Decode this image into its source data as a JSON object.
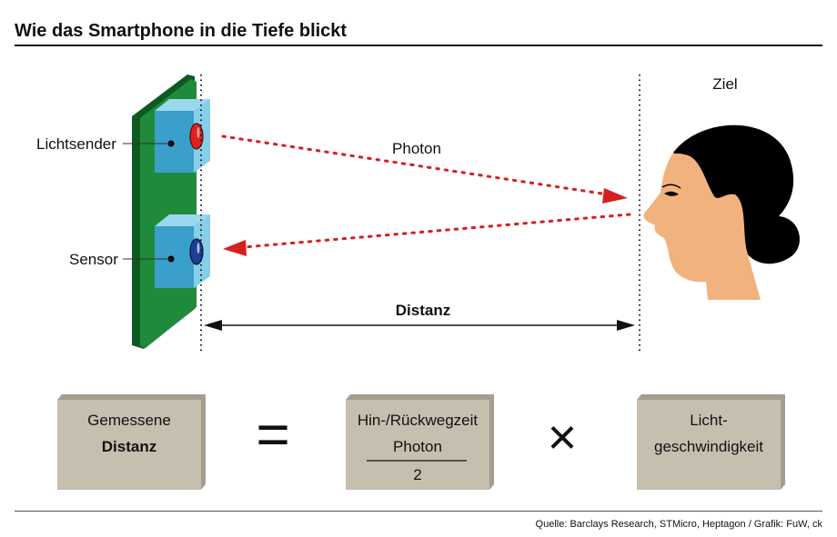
{
  "title": "Wie das Smartphone in die Tiefe blickt",
  "labels": {
    "emitter": "Lichtsender",
    "sensor": "Sensor",
    "photon": "Photon",
    "target": "Ziel",
    "distance": "Distanz"
  },
  "formula": {
    "box1_line1": "Gemessene",
    "box1_line2": "Distanz",
    "equals": "=",
    "box2_line1": "Hin-/Rückwegzeit",
    "box2_line2": "Photon",
    "box2_denominator": "2",
    "times": "×",
    "box3_line1": "Licht-",
    "box3_line2": "geschwindigkeit"
  },
  "source": "Quelle: Barclays Research, STMicro, Heptagon / Grafik: FuW, ck",
  "colors": {
    "board": "#1f8a3a",
    "board_dark": "#0d5a20",
    "sensor_block": "#3a9fca",
    "sensor_block_light": "#86cfe8",
    "emitter_led": "#e02020",
    "sensor_led": "#1d3f8f",
    "photon_path": "#d61f1f",
    "skin": "#f2b27e",
    "box": "#c6bfb0",
    "box_edge": "#a59e8f"
  }
}
